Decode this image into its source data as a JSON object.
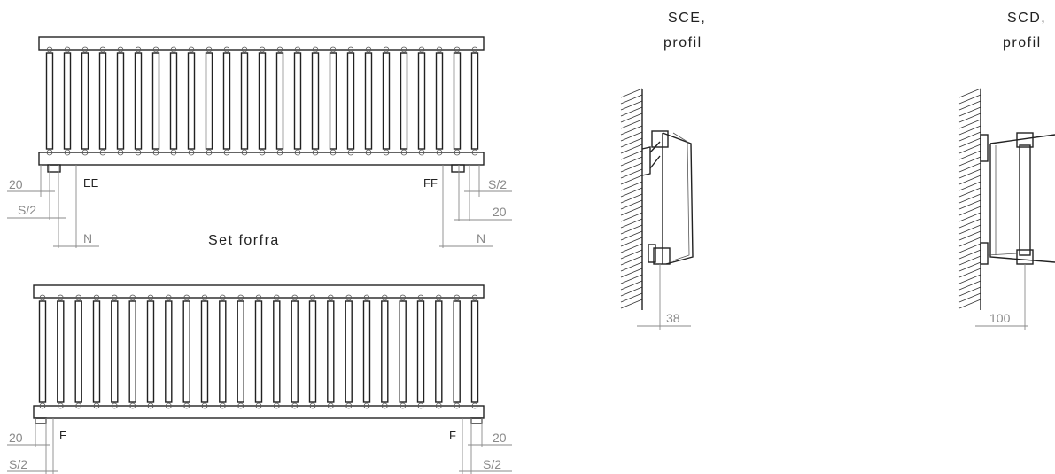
{
  "front_views": {
    "caption": "Set forfra",
    "top_radiator": {
      "valve_labels": {
        "left": "EE",
        "right": "FF"
      },
      "dimensions": {
        "left": [
          "20",
          "S/2",
          "N"
        ],
        "right": [
          "S/2",
          "20",
          "N"
        ]
      }
    },
    "bottom_radiator": {
      "valve_labels": {
        "left": "E",
        "right": "F"
      },
      "dimensions": {
        "left": [
          "20",
          "S/2"
        ],
        "right": [
          "20",
          "S/2"
        ]
      }
    }
  },
  "profiles": [
    {
      "title_line1": "SCE,",
      "title_line2": "profil",
      "wall_distance": "38"
    },
    {
      "title_line1": "SCD,",
      "title_line2": "profil",
      "wall_distance": "100"
    }
  ],
  "colors": {
    "line": "#222222",
    "dimension": "#8a8a8a",
    "background": "#ffffff"
  }
}
